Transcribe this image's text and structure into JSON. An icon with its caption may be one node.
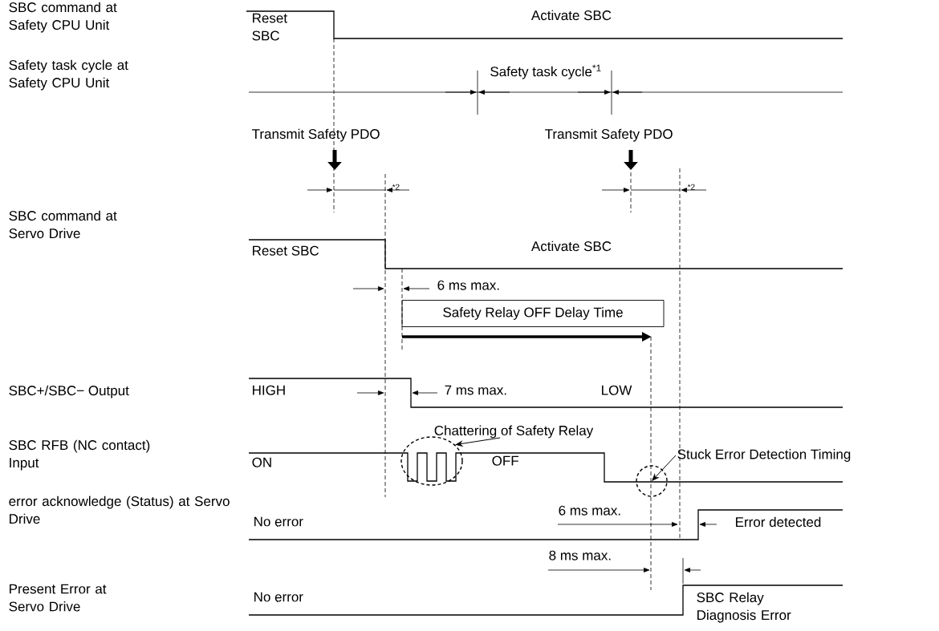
{
  "diagram": {
    "nodes": [
      {
        "text": [
          "Safety Relay OFF Delay Time"
        ]
      },
      {
        "text": [
          "Chattering of Safety Relay"
        ]
      },
      {
        "text": [],
        "shape": "circle"
      },
      {
        "text": [
          "Stuck Error Detection Timing"
        ]
      },
      {
        "text": [],
        "shape": "circle"
      }
    ],
    "edges": [
      {
        "from": 1,
        "to": 2,
        "arrow": "to"
      },
      {
        "from": 3,
        "to": 4,
        "arrow": "to"
      }
    ],
    "labels": [
      "SBC command at Safety CPU Unit",
      "Reset SBC",
      "Activate SBC",
      "Safety task cycle at Safety CPU Unit",
      "Safety task cycle$^{*1}$",
      "Transmit Safety PDO",
      "Transmit Safety PDO",
      "*2",
      "*2",
      "SBC command at Servo Drive",
      "Reset SBC",
      "Activate SBC",
      "6 ms max.",
      "SBC+/SBC− Output",
      "HIGH",
      "7 ms max.",
      "LOW",
      "SBC RFB (NC contact) Input",
      "ON",
      "OFF",
      "error acknowledge (Status) at Servo Drive",
      "No error",
      "6 ms max.",
      "Error detected",
      "8 ms max.",
      "Present Error at Servo Drive",
      "No error",
      "SBC Relay Diagnosis Error"
    ]
  }
}
